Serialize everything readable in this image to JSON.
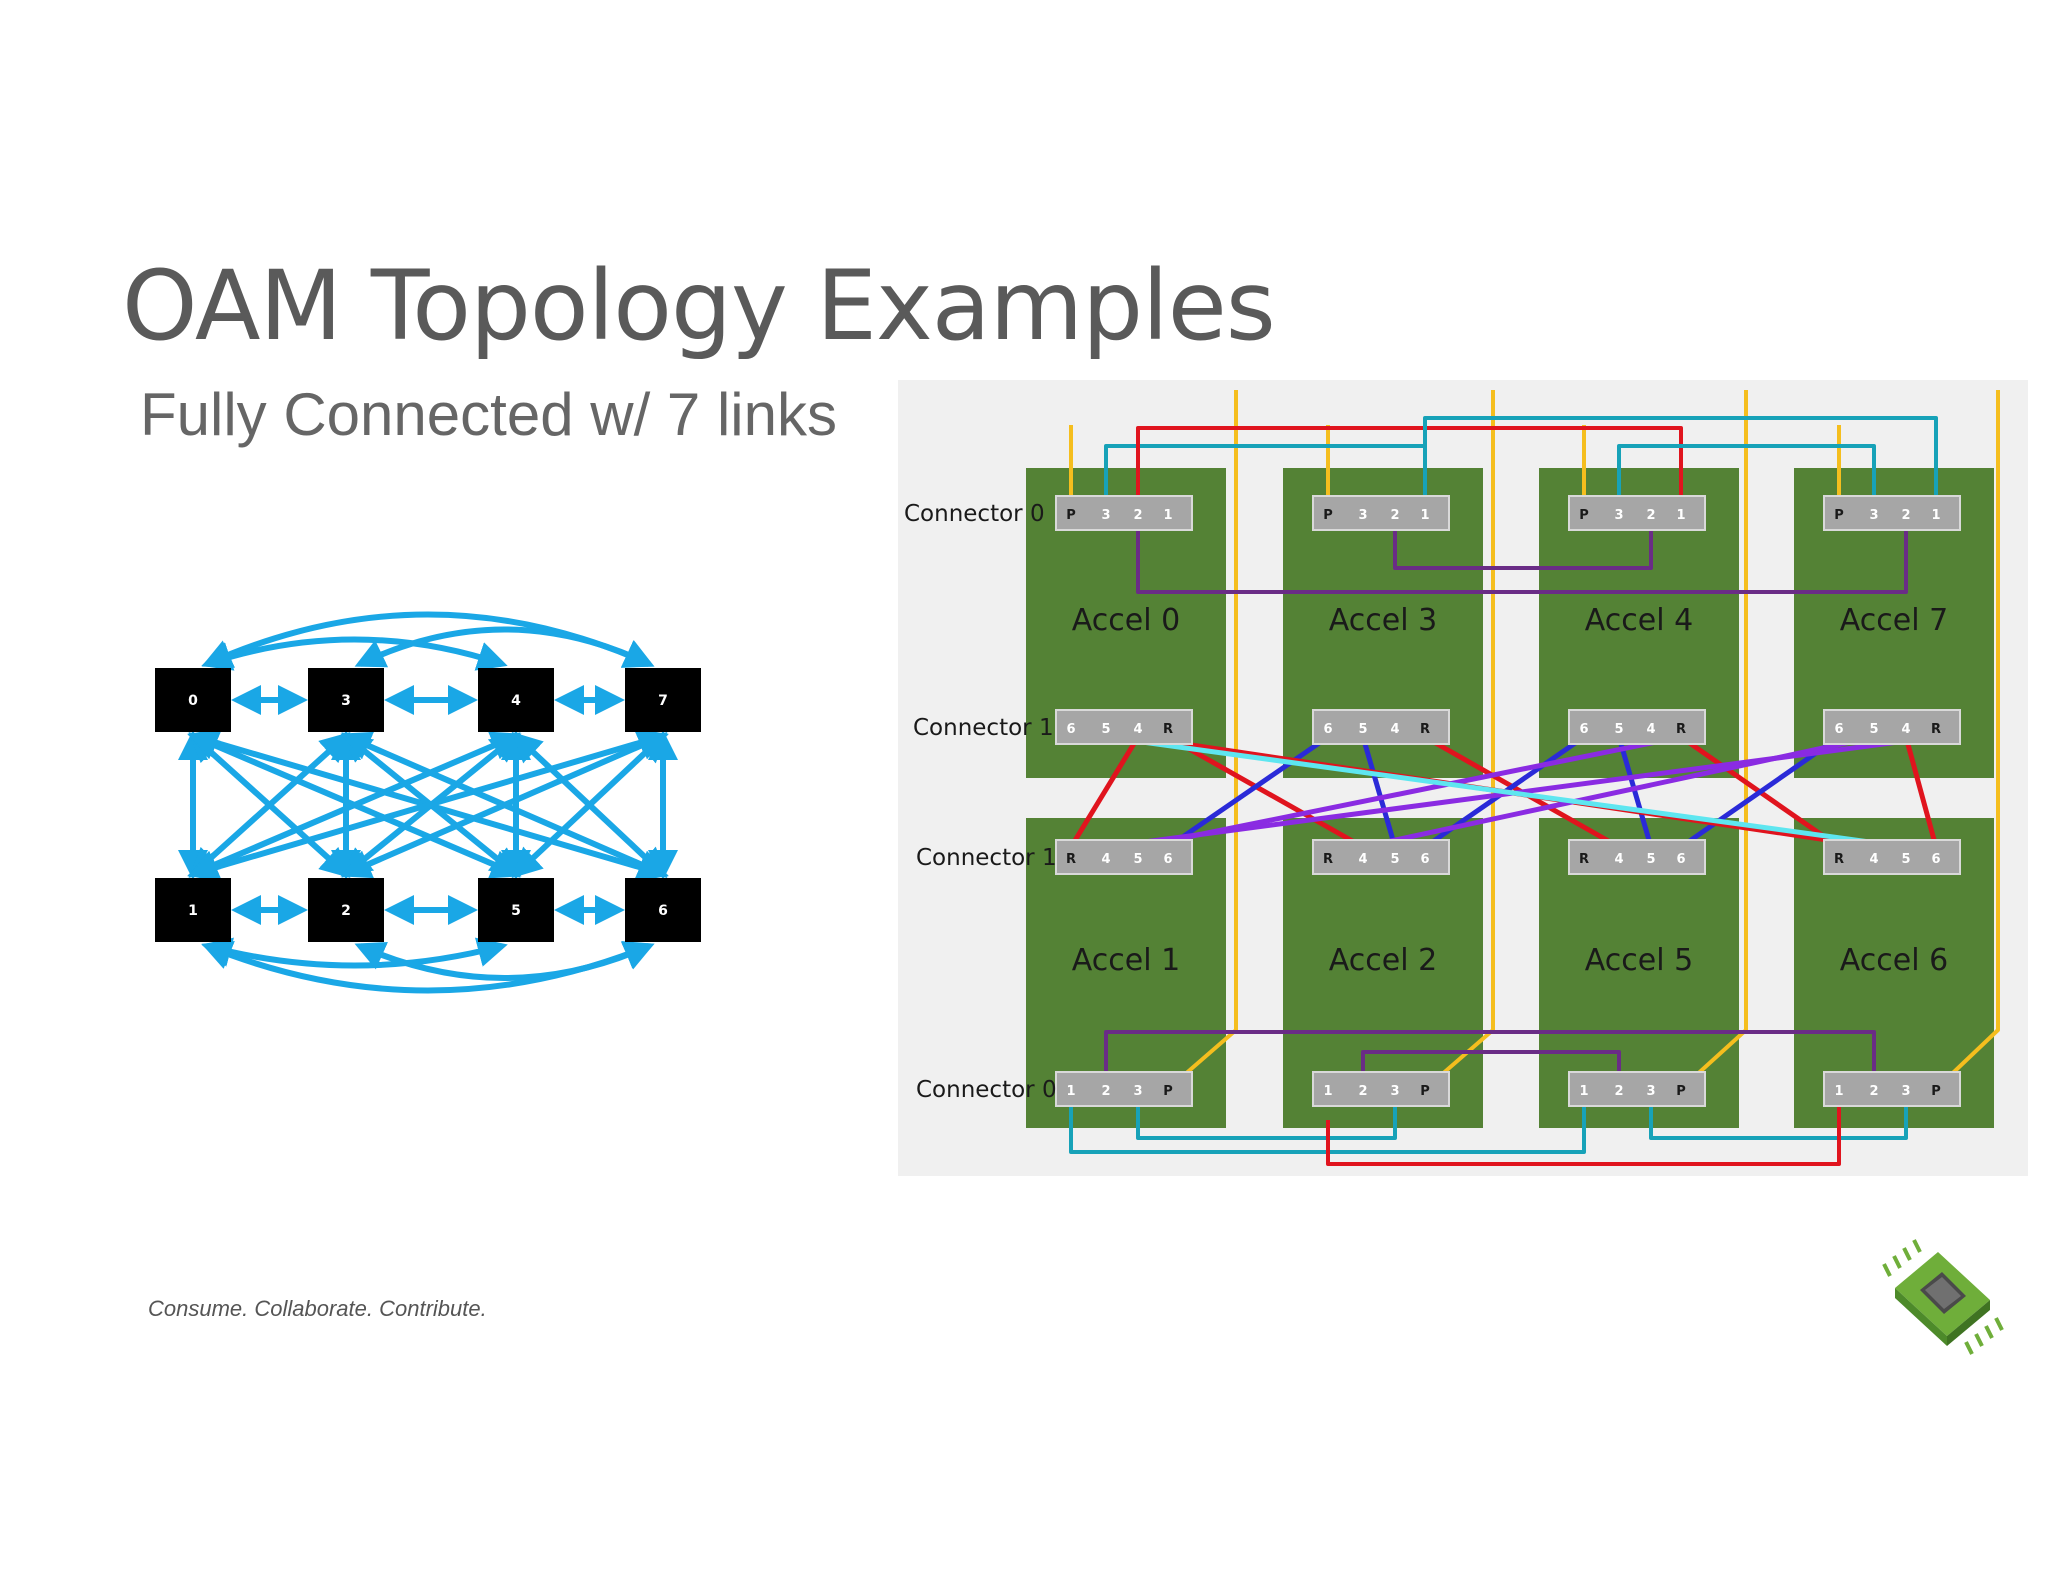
{
  "slide": {
    "title": "OAM Topology Examples",
    "subtitle": "Fully Connected w/ 7 links",
    "tagline": "Consume. Collaborate. Contribute."
  },
  "graph": {
    "color": "#1aa7e6",
    "node_color": "#000000",
    "nodes_top": [
      "0",
      "3",
      "4",
      "7"
    ],
    "nodes_bottom": [
      "1",
      "2",
      "5",
      "6"
    ]
  },
  "board": {
    "background": "#f0f0f0",
    "module_color": "#548235",
    "connector_color": "#a6a6a6",
    "side_labels": [
      "Connector 0",
      "Connector 1",
      "Connector 1",
      "Connector 0"
    ],
    "top_modules": [
      "Accel 0",
      "Accel 3",
      "Accel 4",
      "Accel 7"
    ],
    "bottom_modules": [
      "Accel 1",
      "Accel 2",
      "Accel 5",
      "Accel 6"
    ],
    "top_conn0_pins": [
      "P",
      "3",
      "2",
      "1"
    ],
    "top_conn1_pins": [
      "6",
      "5",
      "4",
      "R"
    ],
    "bottom_conn1_pins": [
      "R",
      "4",
      "5",
      "6"
    ],
    "bottom_conn0_pins": [
      "1",
      "2",
      "3",
      "P"
    ],
    "wire_colors": {
      "yellow": "#f5be1e",
      "teal": "#17a2b8",
      "red": "#e0141e",
      "purple": "#6a2c86",
      "violet": "#8a2be2",
      "blue": "#2a2ad8",
      "cyan": "#5ee6f0"
    }
  }
}
